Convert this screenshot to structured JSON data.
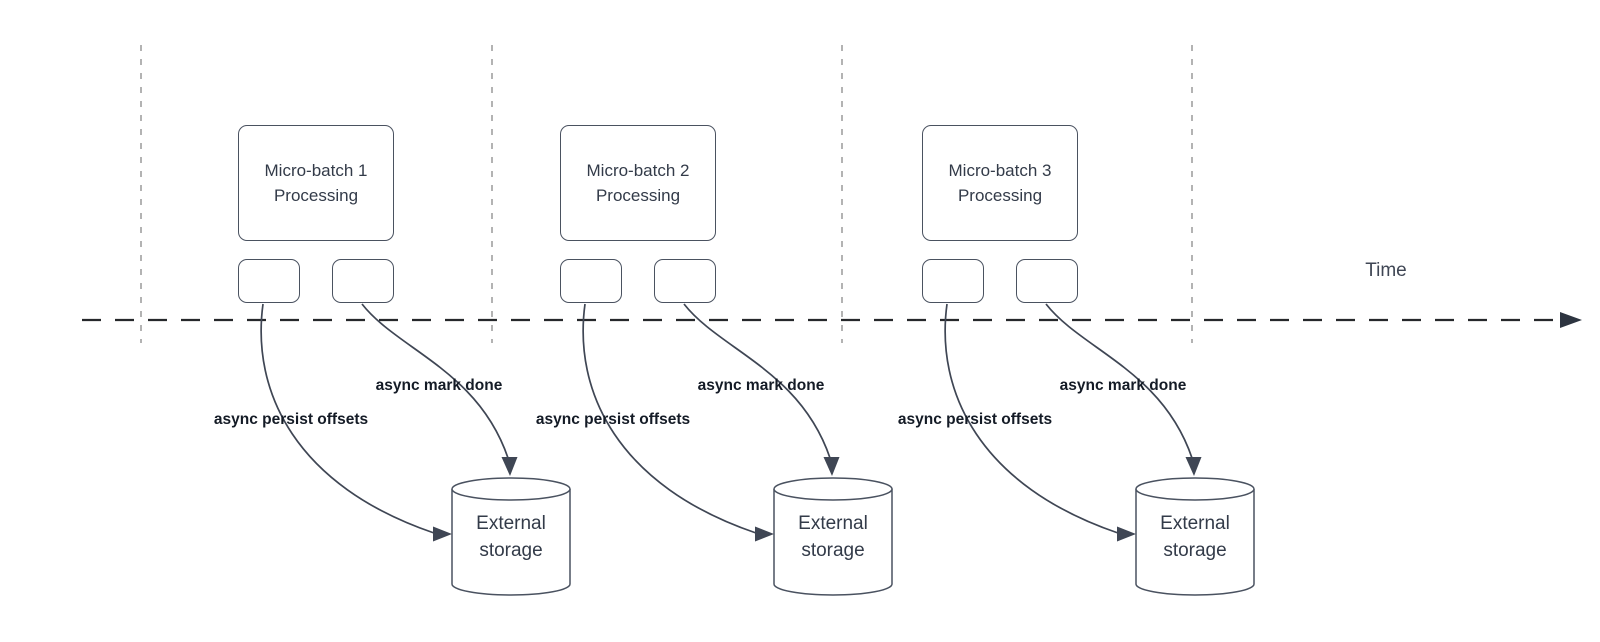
{
  "timeline": {
    "label": "Time"
  },
  "batches": [
    {
      "title_line1": "Micro-batch 1",
      "title_line2": "Processing",
      "offsets_label": "async persist offsets",
      "done_label": "async mark done",
      "storage_line1": "External",
      "storage_line2": "storage"
    },
    {
      "title_line1": "Micro-batch 2",
      "title_line2": "Processing",
      "offsets_label": "async persist offsets",
      "done_label": "async mark done",
      "storage_line1": "External",
      "storage_line2": "storage"
    },
    {
      "title_line1": "Micro-batch 3",
      "title_line2": "Processing",
      "offsets_label": "async persist offsets",
      "done_label": "async mark done",
      "storage_line1": "External",
      "storage_line2": "storage"
    }
  ],
  "colors": {
    "shape_stroke": "#4a5260",
    "connector_stroke": "#3f4654",
    "timeline_stroke": "#26282b",
    "gridline_stroke": "#b3b3b3",
    "label_text": "#141b26",
    "shape_text": "#333b49",
    "background": "#ffffff"
  }
}
